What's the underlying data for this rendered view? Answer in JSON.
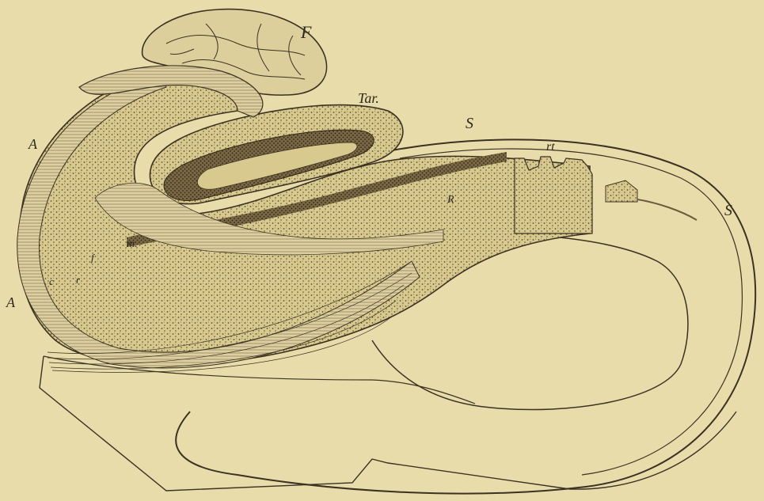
{
  "labels": {
    "F": "F",
    "Tar": "Tar.",
    "S1": "S",
    "S2": "S",
    "A1": "A",
    "A2": "A",
    "rt": "rt",
    "R": "R",
    "m": "m.",
    "f": "f",
    "c": "c",
    "r": "r"
  },
  "colors": {
    "paper": "#e8dcaa",
    "ink": "#2f2a1f",
    "tissue": "#d9cb91",
    "dark_layer": "#5a4a2e"
  }
}
